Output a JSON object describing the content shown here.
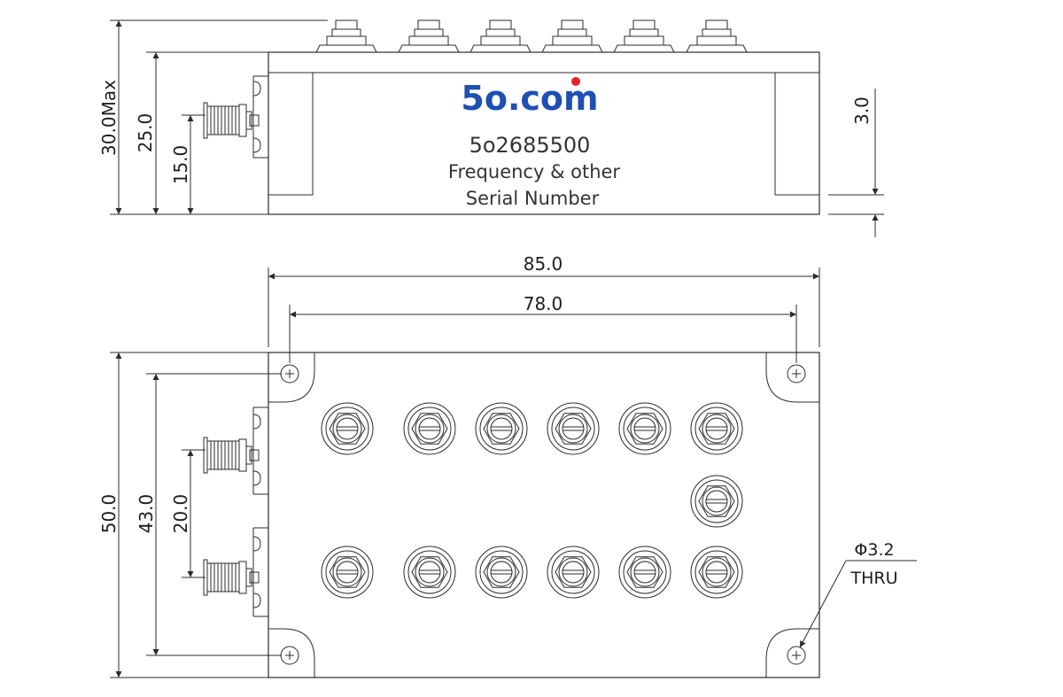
{
  "logo": {
    "text": "5o.com",
    "color": "#1f4fb3",
    "dot_color": "#e8202a"
  },
  "label": {
    "part_number": "5o2685500",
    "line1": "Frequency & other",
    "line2": "Serial Number"
  },
  "dimensions": {
    "height_max": "30.0Max",
    "height_body": "25.0",
    "connector_height": "15.0",
    "lid_thickness": "3.0",
    "length_total": "85.0",
    "hole_spacing_x": "78.0",
    "width_total": "50.0",
    "hole_spacing_y": "43.0",
    "connector_spacing": "20.0"
  },
  "hole_note": {
    "diameter": "Φ3.2",
    "type": "THRU"
  },
  "colors": {
    "line": "#2b2b2b",
    "text": "#1e1e1e"
  },
  "icons": {
    "screw": "slotted-screw-icon",
    "connector": "sma-connector-icon",
    "mount_hole": "mounting-hole-icon"
  }
}
